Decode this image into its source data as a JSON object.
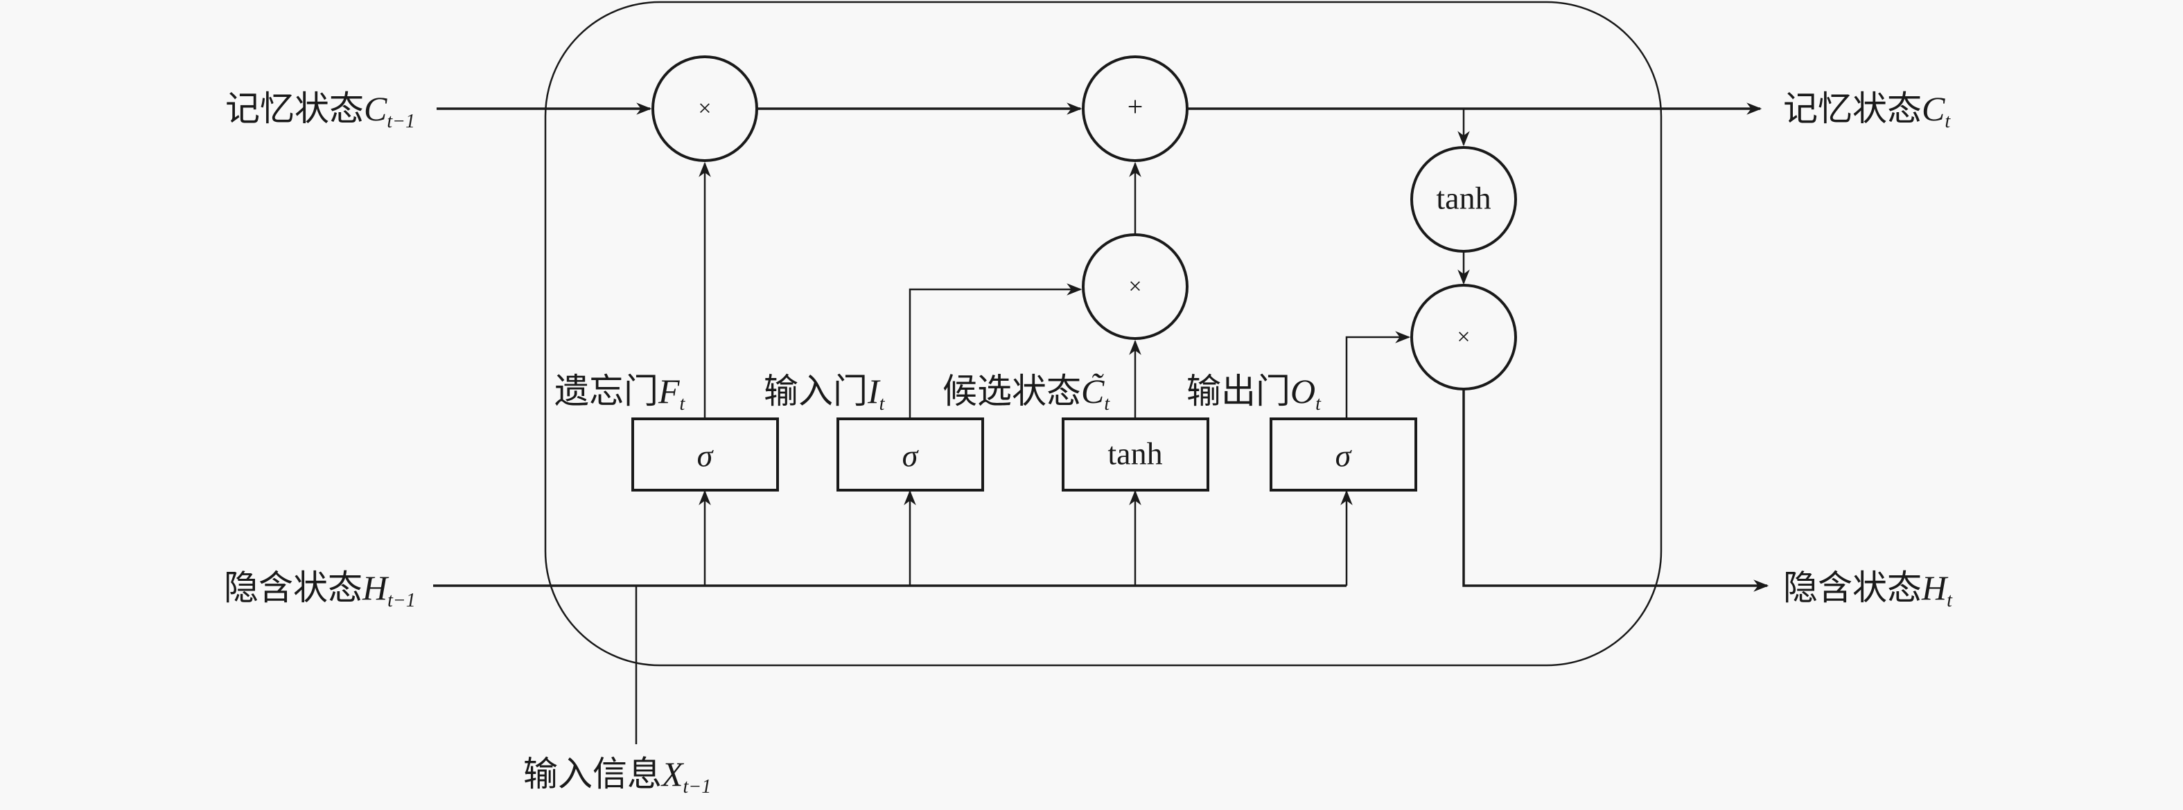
{
  "diagram": {
    "type": "LSTM cell",
    "inputs": {
      "memory_prev": {
        "text": "记忆状态",
        "var": "C",
        "sub": "t−1"
      },
      "hidden_prev": {
        "text": "隐含状态",
        "var": "H",
        "sub": "t−1"
      },
      "input": {
        "text": "输入信息",
        "var": "X",
        "sub": "t−1"
      }
    },
    "outputs": {
      "memory": {
        "text": "记忆状态",
        "var": "C",
        "sub": "t"
      },
      "hidden": {
        "text": "隐含状态",
        "var": "H",
        "sub": "t"
      }
    },
    "gates": [
      {
        "name": "遗忘门",
        "var": "F",
        "sub": "t",
        "func": "σ"
      },
      {
        "name": "输入门",
        "var": "I",
        "sub": "t",
        "func": "σ"
      },
      {
        "name": "候选状态",
        "var": "C̃",
        "sub": "t",
        "func": "tanh"
      },
      {
        "name": "输出门",
        "var": "O",
        "sub": "t",
        "func": "σ"
      }
    ],
    "ops": {
      "forget_mul": "×",
      "add": "+",
      "input_mul": "×",
      "out_tanh": "tanh",
      "out_mul": "×"
    }
  }
}
